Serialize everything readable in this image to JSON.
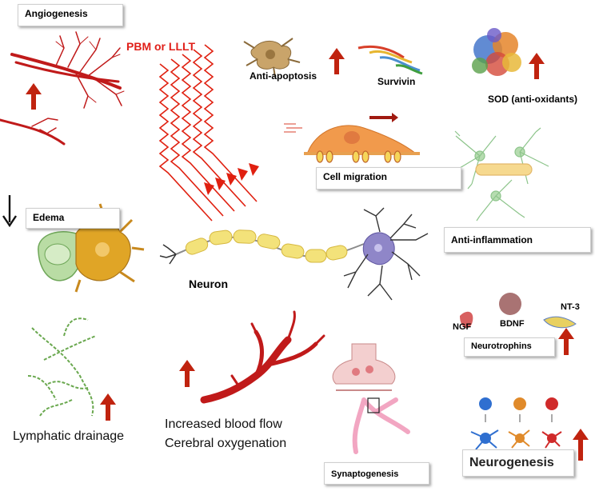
{
  "labels": {
    "angiogenesis": "Angiogenesis",
    "pbm": "PBM or LLLT",
    "anti_apoptosis": "Anti-apoptosis",
    "survivin": "Survivin",
    "sod": "SOD (anti-oxidants)",
    "cell_migration": "Cell migration",
    "edema": "Edema",
    "anti_inflammation": "Anti-inflammation",
    "neuron": "Neuron",
    "nt3": "NT-3",
    "ngf": "NGF",
    "bdnf": "BDNF",
    "neurotrophins": "Neurotrophins",
    "lymphatic": "Lymphatic drainage",
    "blood_flow_1": "Increased blood flow",
    "blood_flow_2": "Cerebral oxygenation",
    "synaptogenesis": "Synaptogenesis",
    "neurogenesis": "Neurogenesis"
  },
  "colors": {
    "arrow_up": "#c0230f",
    "arrow_down": "#111111",
    "laser": "#e02010",
    "vessel": "#c01a1a",
    "neuron_body": "#8f86c8",
    "myelin": "#f3e27a",
    "astrocyte": "#e0a526",
    "microglia": "#8cc48a"
  },
  "icons": [
    "up-arrow-icon",
    "down-arrow-icon",
    "laser-beam-icon",
    "neuron-icon",
    "blood-vessel-icon"
  ]
}
